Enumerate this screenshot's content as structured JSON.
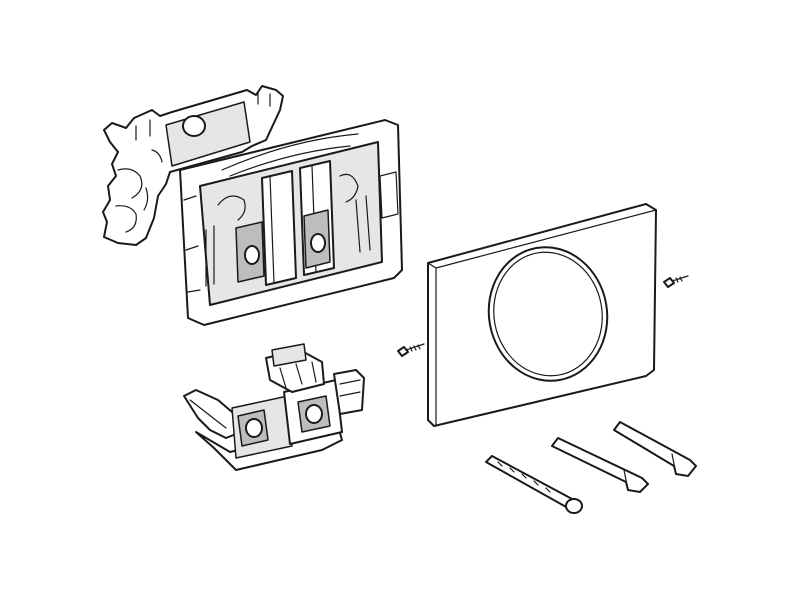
{
  "diagram": {
    "kind": "exploded-assembly-drawing",
    "colors": {
      "line": "#1a1a1a",
      "background": "#ffffff",
      "shade": "#e6e6e6"
    },
    "parts": [
      {
        "id": "mounting-bracket",
        "icon": "bracket-icon"
      },
      {
        "id": "mounting-frame",
        "icon": "frame-icon"
      },
      {
        "id": "actuator-mechanism",
        "icon": "mechanism-icon"
      },
      {
        "id": "cover-plate-round-button",
        "icon": "plate-icon"
      },
      {
        "id": "fixing-screws",
        "count": 2,
        "icon": "screw-icon"
      },
      {
        "id": "actuating-rods",
        "count": 3,
        "icon": "rod-icon"
      }
    ]
  }
}
